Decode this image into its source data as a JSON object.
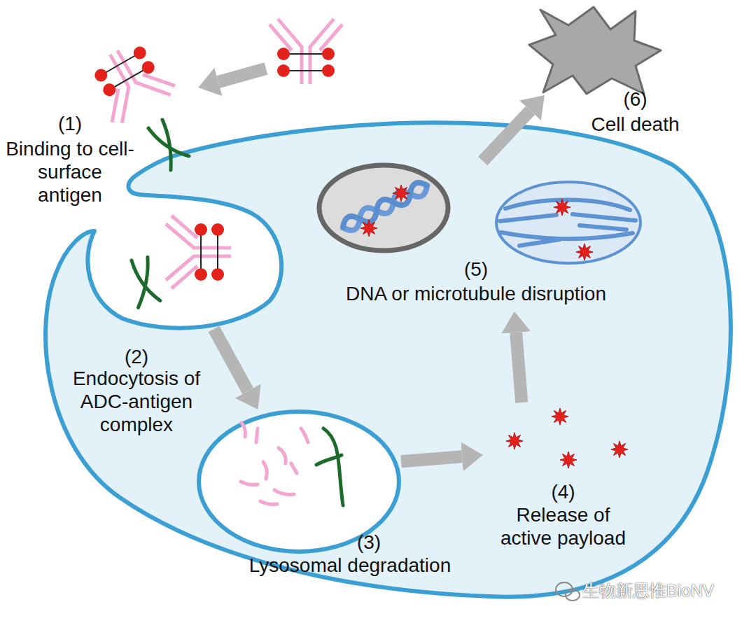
{
  "diagram": {
    "nodes": [
      {
        "text": [
          "(1)",
          "Binding to cell-surface antigen"
        ]
      },
      {
        "text": [
          "(2)",
          "Endocytosis of ADC-antigen complex"
        ]
      },
      {
        "text": [
          "(3)",
          "Lysosomal degradation"
        ]
      },
      {
        "text": [
          "(4)",
          "Release of active payload"
        ]
      },
      {
        "text": [
          "(5)",
          "DNA or microtubule disruption"
        ]
      },
      {
        "text": [
          "(6)",
          "Cell death"
        ]
      }
    ],
    "edges": [
      {
        "from": 1,
        "to": 2,
        "arrow": "to"
      },
      {
        "from": 2,
        "to": 3,
        "arrow": "to"
      },
      {
        "from": 3,
        "to": 4,
        "arrow": "to"
      },
      {
        "from": 4,
        "to": 5,
        "arrow": "to"
      }
    ],
    "labels": [
      "生物新思惟BioNV"
    ]
  }
}
